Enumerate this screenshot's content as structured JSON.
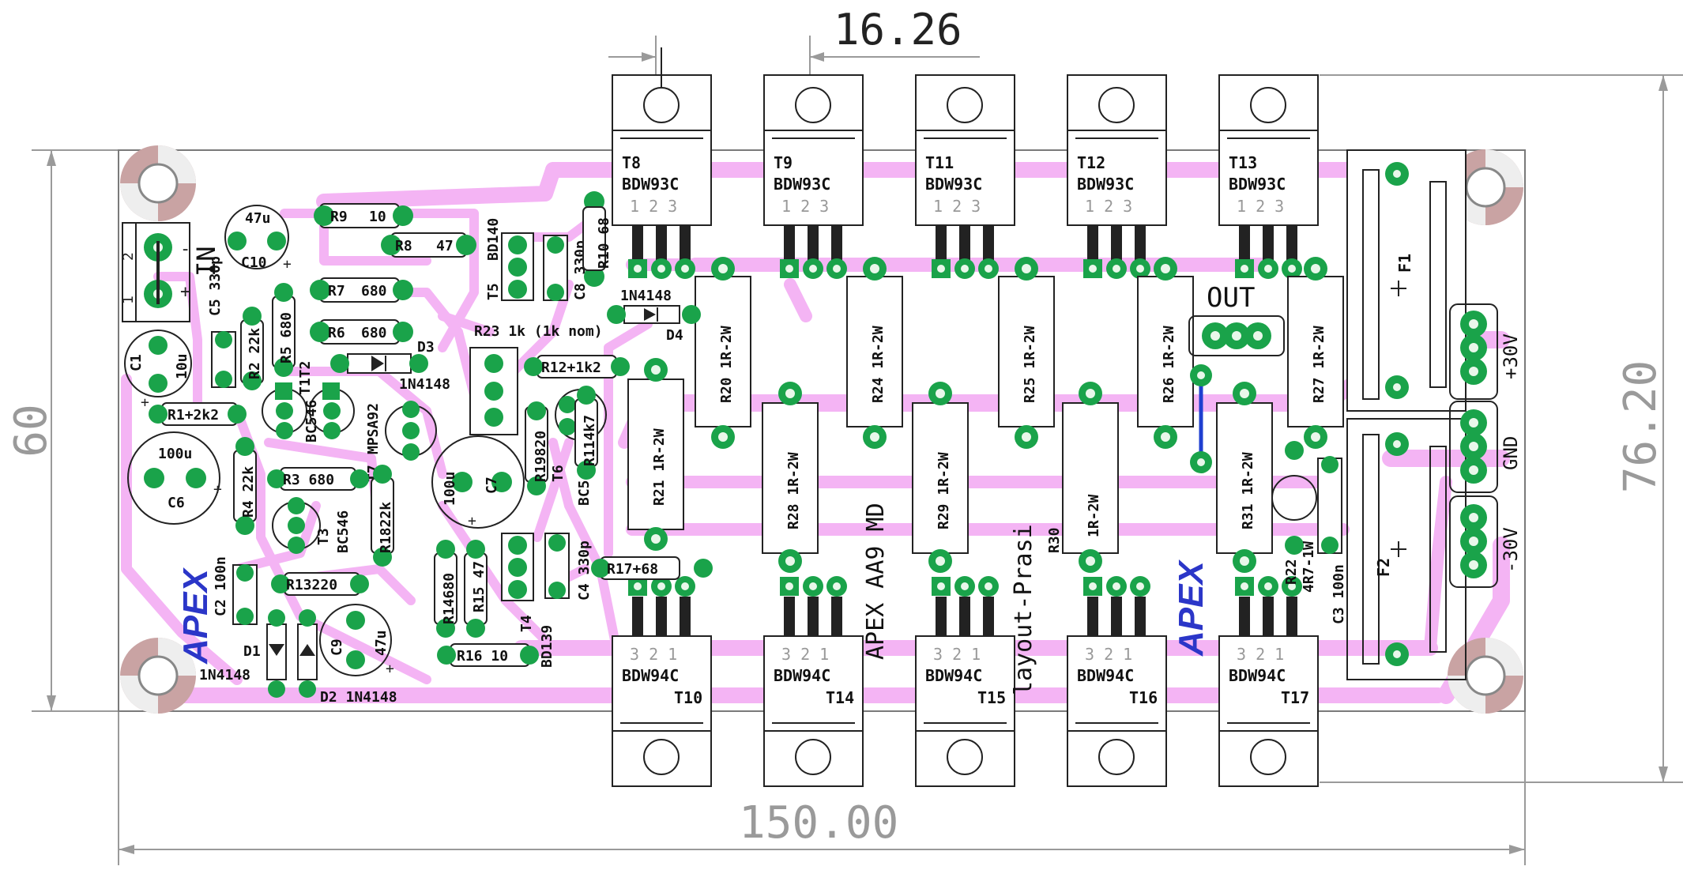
{
  "dimensions": {
    "top": "16.26",
    "bottom": "150.00",
    "left": "60",
    "right": "76.20"
  },
  "board": {
    "title": "APEX AA9 MD",
    "credit": "layout-Prasi",
    "logo": "APEX",
    "output_label": "OUT",
    "input_label": "IN",
    "input_pins": [
      "2",
      "1"
    ],
    "supply_labels": [
      "+30V",
      "GND",
      "-30V"
    ]
  },
  "transistors_top": [
    {
      "ref": "T8",
      "type": "BDW93C",
      "pins": "1 2 3"
    },
    {
      "ref": "T9",
      "type": "BDW93C",
      "pins": "1 2 3"
    },
    {
      "ref": "T11",
      "type": "BDW93C",
      "pins": "1 2 3"
    },
    {
      "ref": "T12",
      "type": "BDW93C",
      "pins": "1 2 3"
    },
    {
      "ref": "T13",
      "type": "BDW93C",
      "pins": "1 2 3"
    }
  ],
  "transistors_bottom": [
    {
      "ref": "T10",
      "type": "BDW94C",
      "pins": "3 2 1"
    },
    {
      "ref": "T14",
      "type": "BDW94C",
      "pins": "3 2 1"
    },
    {
      "ref": "T15",
      "type": "BDW94C",
      "pins": "3 2 1"
    },
    {
      "ref": "T16",
      "type": "BDW94C",
      "pins": "3 2 1"
    },
    {
      "ref": "T17",
      "type": "BDW94C",
      "pins": "3 2 1"
    }
  ],
  "power_resistors": [
    {
      "ref": "R20",
      "value": "1R-2W"
    },
    {
      "ref": "R24",
      "value": "1R-2W"
    },
    {
      "ref": "R25",
      "value": "1R-2W"
    },
    {
      "ref": "R26",
      "value": "1R-2W"
    },
    {
      "ref": "R27",
      "value": "1R-2W"
    },
    {
      "ref": "R21",
      "value": "1R-2W"
    },
    {
      "ref": "R28",
      "value": "1R-2W"
    },
    {
      "ref": "R29",
      "value": "1R-2W"
    },
    {
      "ref": "R30",
      "value": "1R-2W"
    },
    {
      "ref": "R31",
      "value": "1R-2W"
    }
  ],
  "small_parts": {
    "r9": "R9",
    "r9v": "10",
    "r8": "R8",
    "r8v": "47",
    "r7": "R7",
    "r7v": "680",
    "r6": "R6",
    "r6v": "680",
    "r1": "R1",
    "r1v": "2k2",
    "r3": "R3",
    "r3v": "680",
    "r13": "R13",
    "r13v": "220",
    "r16": "R16",
    "r16v": "10",
    "r17": "R17",
    "r17v": "68",
    "r12": "R12",
    "r12v": "1k2",
    "r23": "R23 1k (1k nom)",
    "r10": "R10 68",
    "r2": "R2",
    "r2v": "22k",
    "r5": "R5 680",
    "r4": "R4",
    "r4v": "22k",
    "r18": "R18",
    "r18v": "22k",
    "r14": "R14",
    "r14v": "680",
    "r15": "R15",
    "r15v": "47",
    "r19": "R19",
    "r19v": "820",
    "r11": "R11",
    "r11v": "4k7",
    "r22": "R22",
    "r22v": "4R7-1W",
    "c10": "C10",
    "c10v": "47u",
    "c1": "C1",
    "c1v": "10u",
    "c6": "C6",
    "c6v": "100u",
    "c7": "C7",
    "c7v": "100u",
    "c9": "C9",
    "c9v": "47u",
    "c5": "C5 330p",
    "c2": "C2 100n",
    "c8": "C8 330p",
    "c4": "C4 330p",
    "c3": "C3 100n",
    "t5": "T5",
    "t5v": "BD140",
    "t4": "T4",
    "t4v": "BD139",
    "t1t2": "T1T2",
    "bc546a": "BC546",
    "t7": "T7",
    "t7v": "MPSA92",
    "t3": "T3",
    "t3v": "BC546",
    "t6": "T6",
    "t6v": "BC546",
    "d3": "D3",
    "d3v": "1N4148",
    "d4": "D4",
    "d4v": "1N4148",
    "d1": "D1",
    "d1v": "1N4148",
    "d2": "D2 1N4148",
    "f1": "F1",
    "f2": "F2"
  },
  "colors": {
    "track": "#f4b4f4",
    "pad": "#1aa34a",
    "silk": "#222222",
    "jumper": "#1f3fd0",
    "logo": "#2b36c8",
    "dimension": "#9a9a9a",
    "mount_hole": "#c9a3a3"
  }
}
